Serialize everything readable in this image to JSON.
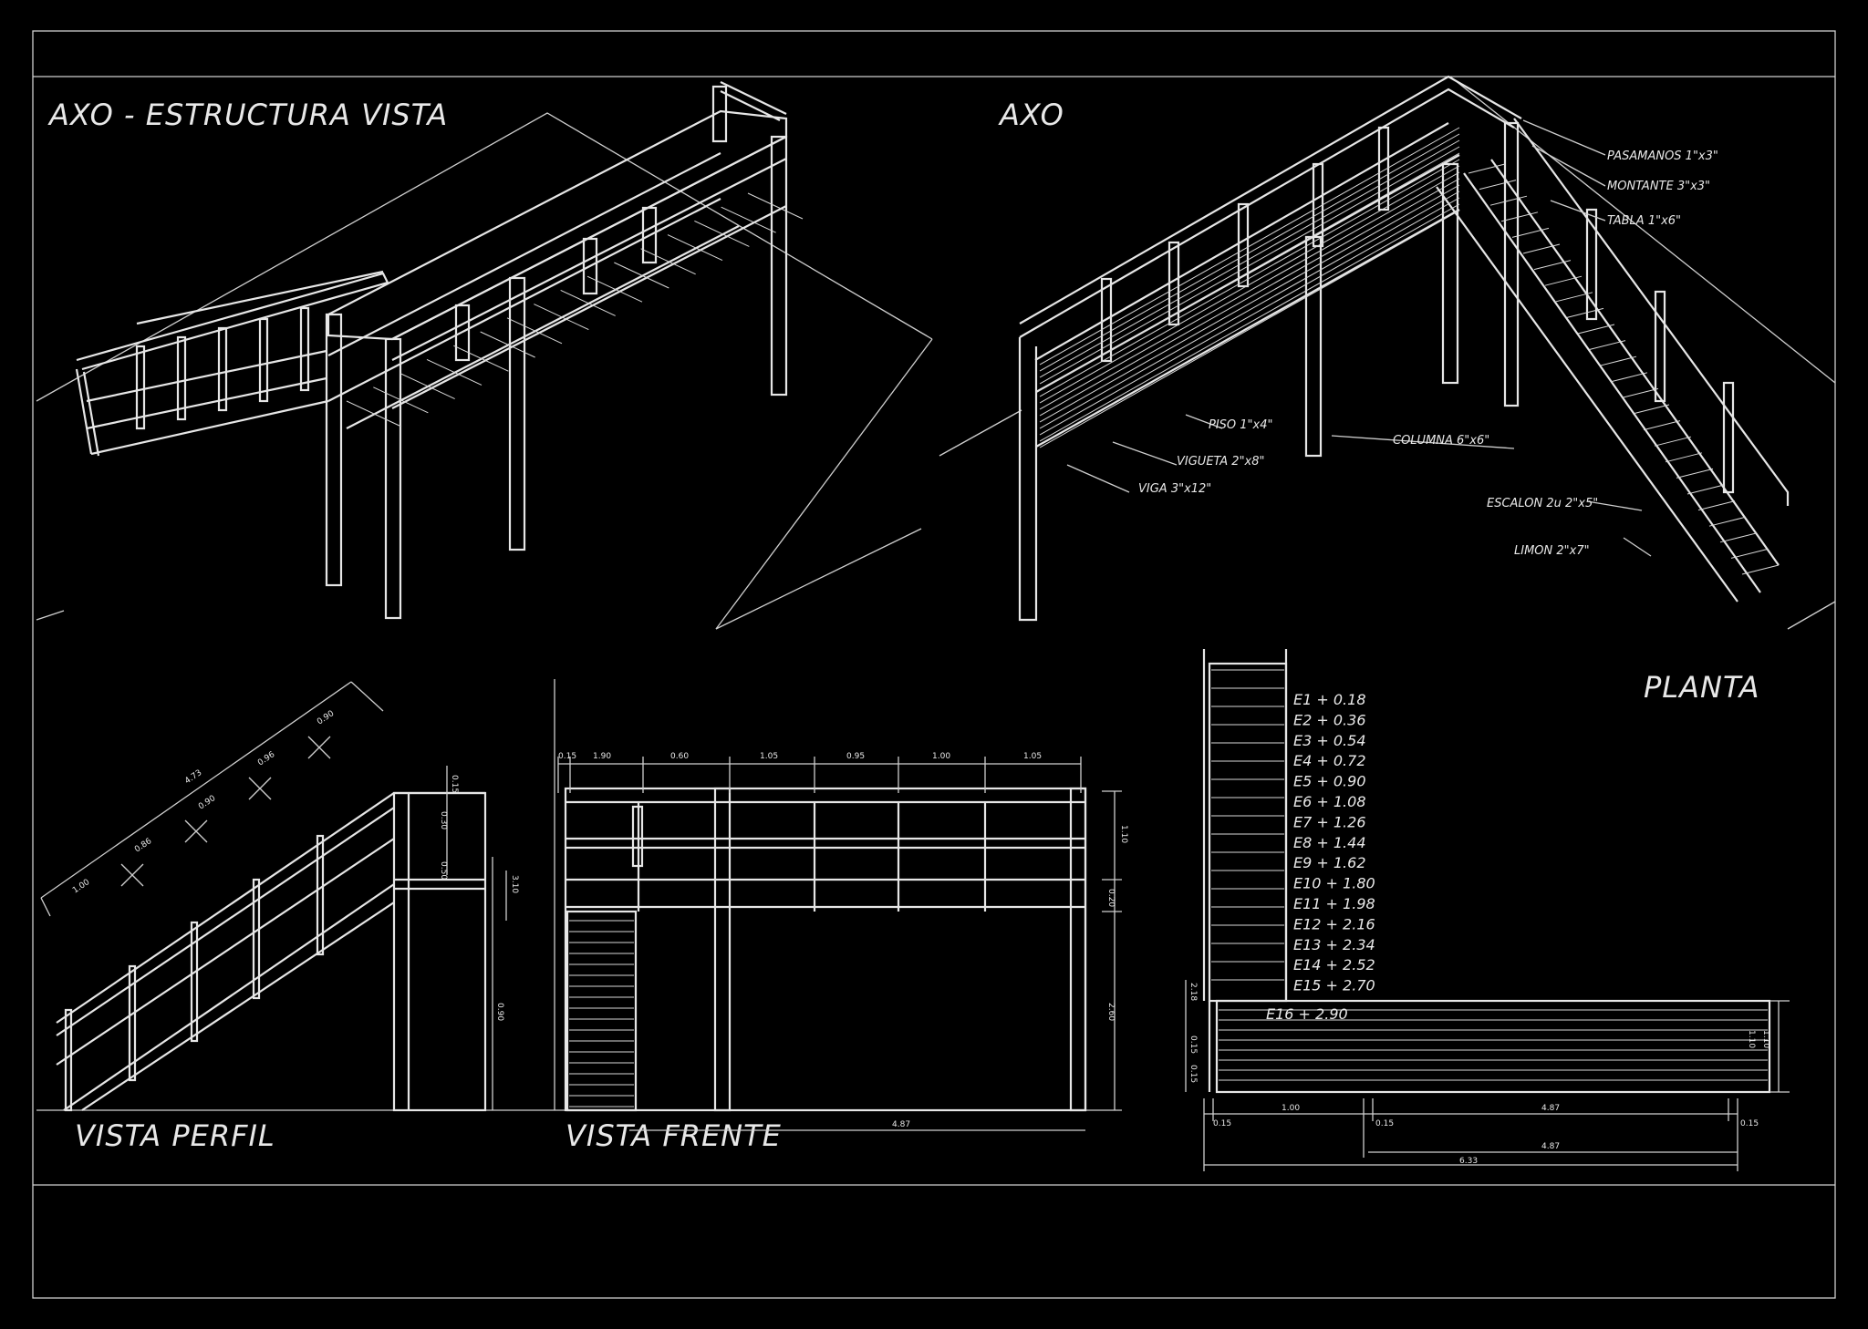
{
  "sheet": {
    "background": "#000000",
    "line_color": "#e6e6e6"
  },
  "views": {
    "axo_structure_title": "AXO - ESTRUCTURA VISTA",
    "axo_title": "AXO",
    "plan_title": "PLANTA",
    "side_title": "VISTA PERFIL",
    "front_title": "VISTA FRENTE"
  },
  "axo_labels": [
    "PASAMANOS 1\"x3\"",
    "MONTANTE 3\"x3\"",
    "TABLA 1\"x6\"",
    "PISO 1\"x4\"",
    "COLUMNA 6\"x6\"",
    "VIGUETA 2\"x8\"",
    "VIGA 3\"x12\"",
    "ESCALON 2u 2\"x5\"",
    "LIMON 2\"x7\""
  ],
  "stair_levels": [
    "E1 + 0.18",
    "E2 + 0.36",
    "E3 + 0.54",
    "E4 + 0.72",
    "E5 + 0.90",
    "E6 + 1.08",
    "E7 + 1.26",
    "E8 + 1.44",
    "E9 + 1.62",
    "E10 + 1.80",
    "E11 + 1.98",
    "E12 + 2.16",
    "E13 + 2.34",
    "E14 + 2.52",
    "E15 + 2.70",
    "E16 + 2.90"
  ],
  "side_dims": {
    "slope": [
      "4.73",
      "1.00",
      "0.86",
      "0.90",
      "0.96",
      "0.90"
    ],
    "vertical": [
      "0.15",
      "0.30",
      "0.50",
      "3.10",
      "0.90"
    ]
  },
  "front_dims": {
    "top": [
      "0.15",
      "1.90",
      "0.60",
      "1.05",
      "0.95",
      "1.00",
      "1.05"
    ],
    "right": [
      "1.10",
      "0.20",
      "2.60"
    ],
    "bottom": "4.87"
  },
  "plan_dims": {
    "bottom": [
      "0.15",
      "1.00",
      "0.15",
      "4.87",
      "0.15"
    ],
    "bottom2": "4.87",
    "total": "6.33",
    "right": [
      "1.10",
      "1.10"
    ],
    "left": [
      "2.18",
      "0.15",
      "0.15"
    ]
  }
}
